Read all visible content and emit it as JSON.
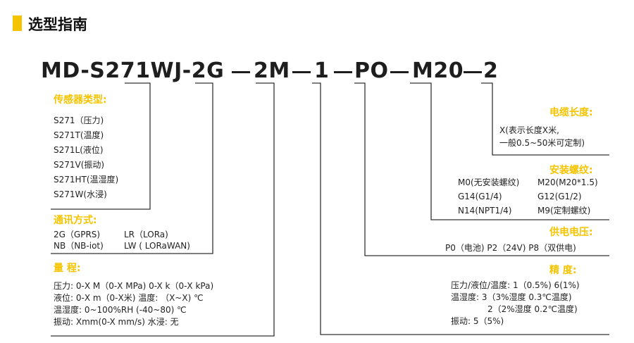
{
  "heading": "选型指南",
  "accent_color": "#f5c400",
  "model": {
    "segments": [
      "MD-S271WJ-2G",
      "2M",
      "1",
      "PO",
      "M20",
      "2"
    ]
  },
  "sections": {
    "sensor_type": {
      "title": "传感器类型:",
      "items": [
        "S271（压力)",
        "S271T(温度)",
        "S271L(液位)",
        "S271V(振动)",
        "S271HT(温湿度)",
        "S271W(水浸)"
      ]
    },
    "comm": {
      "title": "通讯方式:",
      "rows": [
        {
          "a": "2G（GPRS)",
          "b": "LR（LORa)"
        },
        {
          "a": "NB（NB-iot)",
          "b": "LW ( LORaWAN)"
        }
      ]
    },
    "range": {
      "title": "量    程:",
      "lines": [
        "压力: 0-X M（0-X MPa) 0-X k（0-X kPa)",
        "液位: 0-X m（0-X米)   温度: （X~X) ℃",
        "温湿度: 0~100%RH  (-40~80) ℃",
        "振动: Xmm(0-X mm/s)  水浸: 无"
      ]
    },
    "cable": {
      "title": "电缆长度:",
      "lines": [
        "X(表示长度X米,",
        "一般0.5~50米可定制)"
      ]
    },
    "thread": {
      "title": "安装螺纹:",
      "rows": [
        {
          "a": "M0(无安装螺纹)",
          "b": "M20(M20*1.5)"
        },
        {
          "a": "G14(G1/4)",
          "b": "G12(G1/2)"
        },
        {
          "a": "N14(NPT1/4)",
          "b": "M9(定制螺纹)"
        }
      ]
    },
    "power": {
      "title": "供电电压:",
      "line": "P0（电池)   P2（24V)   P8（双供电)"
    },
    "accuracy": {
      "title": "精    度:",
      "lines": [
        "压力/液位/温度: 1（0.5%)   6(1%)",
        "温湿度: 3（3%湿度 0.3℃温度)",
        "2（2%湿度 0.2℃温度)",
        "振动: 5（5%)"
      ]
    }
  }
}
